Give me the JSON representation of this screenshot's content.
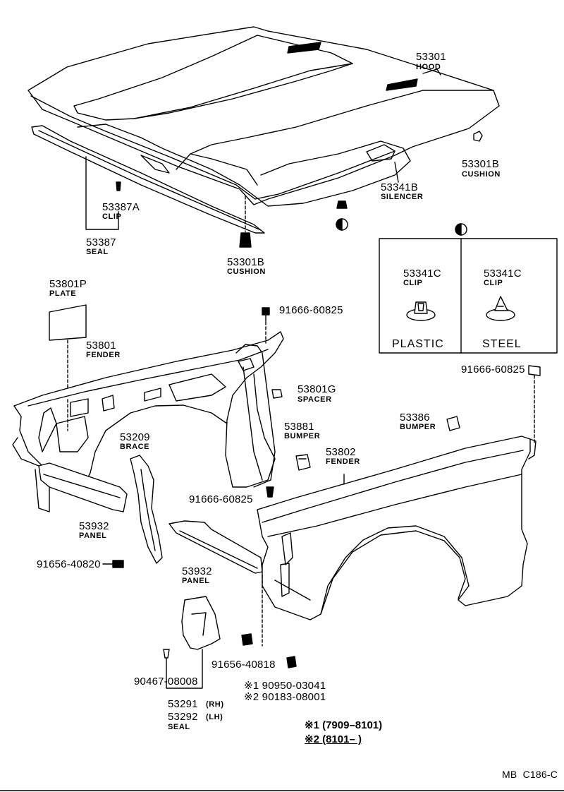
{
  "parts": [
    {
      "key": "hood",
      "number": "53301",
      "name": "HOOD"
    },
    {
      "key": "cushion_right",
      "number": "53301B",
      "name": "CUSHION"
    },
    {
      "key": "silencer",
      "number": "53341B",
      "name": "SILENCER"
    },
    {
      "key": "clip",
      "number": "53387A",
      "name": "CLIP"
    },
    {
      "key": "seal",
      "number": "53387",
      "name": "SEAL"
    },
    {
      "key": "cushion_center",
      "number": "53301B",
      "name": "CUSHION"
    },
    {
      "key": "plate",
      "number": "53801P",
      "name": "PLATE"
    },
    {
      "key": "fender_lh",
      "number": "53801",
      "name": "FENDER"
    },
    {
      "key": "bolt_top",
      "number": "91666-60825",
      "name": ""
    },
    {
      "key": "bolt_right",
      "number": "91666-60825",
      "name": ""
    },
    {
      "key": "spacer",
      "number": "53801G",
      "name": "SPACER"
    },
    {
      "key": "bumper_right",
      "number": "53386",
      "name": "BUMPER"
    },
    {
      "key": "bumper_center",
      "number": "53881",
      "name": "BUMPER"
    },
    {
      "key": "fender_rh",
      "number": "53802",
      "name": "FENDER"
    },
    {
      "key": "brace",
      "number": "53209",
      "name": "BRACE"
    },
    {
      "key": "bolt_mid",
      "number": "91666-60825",
      "name": ""
    },
    {
      "key": "panel_left",
      "number": "53932",
      "name": "PANEL"
    },
    {
      "key": "screw_left",
      "number": "91656-40820",
      "name": ""
    },
    {
      "key": "panel_center",
      "number": "53932",
      "name": "PANEL"
    },
    {
      "key": "screw_bottom",
      "number": "91656-40818",
      "name": ""
    },
    {
      "key": "clip_bottom",
      "number": "90467-08008",
      "name": ""
    },
    {
      "key": "seal_rh",
      "number": "53291",
      "name": "(RH)"
    },
    {
      "key": "seal_lh",
      "number": "53292",
      "name": "(LH)"
    },
    {
      "key": "seal_name",
      "number": "",
      "name": "SEAL"
    },
    {
      "key": "nut1",
      "number": "※1 90950-03041",
      "name": ""
    },
    {
      "key": "nut2",
      "number": "※2 90183-08001",
      "name": ""
    }
  ],
  "clip_box": {
    "left": {
      "number": "53341C",
      "name": "CLIP",
      "type": "PLASTIC"
    },
    "right": {
      "number": "53341C",
      "name": "CLIP",
      "type": "STEEL"
    }
  },
  "notes": [
    "※1 (7909–8101)",
    "※2 (8101–          )"
  ],
  "code": "MB  C186-C"
}
